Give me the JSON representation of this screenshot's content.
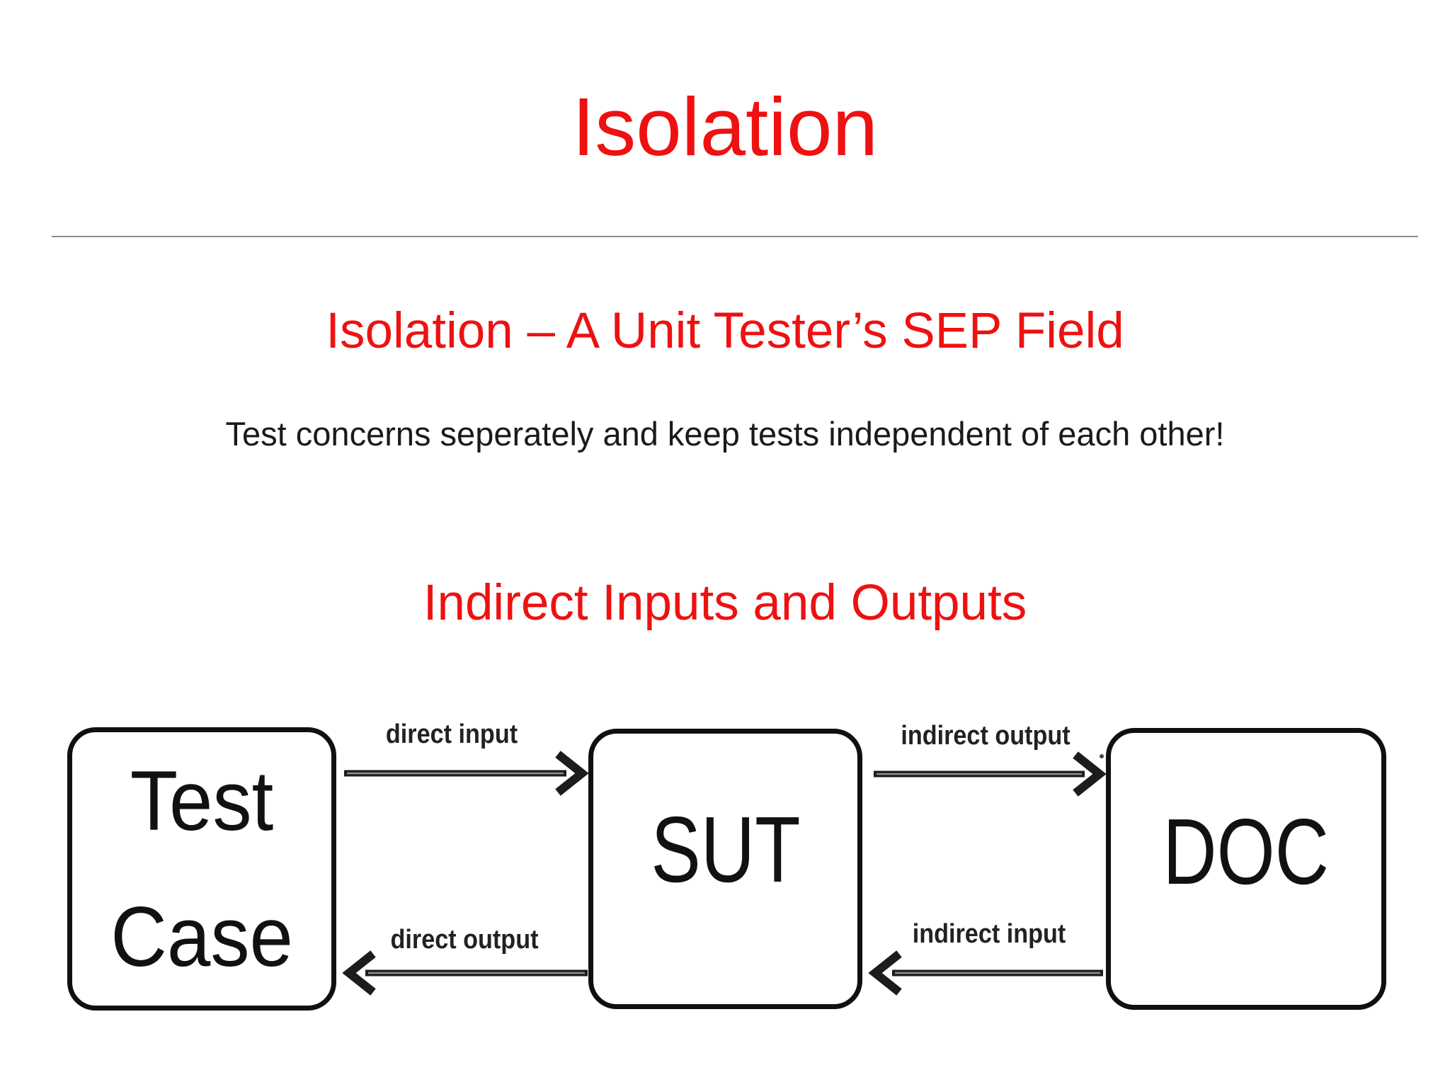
{
  "slide": {
    "title": "Isolation",
    "subtitle": "Isolation – A Unit Tester’s SEP Field",
    "body_text": "Test concerns seperately and keep tests independent of each other!",
    "section_heading": "Indirect Inputs and Outputs",
    "colors": {
      "accent_red": "#ee1111",
      "diagram_ink": "#1c1c1c",
      "divider_gray": "#8c8c8c"
    }
  },
  "diagram": {
    "nodes": [
      {
        "id": "test-case",
        "label_lines": [
          "Test",
          "Case"
        ]
      },
      {
        "id": "sut",
        "label": "SUT"
      },
      {
        "id": "doc",
        "label": "DOC"
      }
    ],
    "arrows": [
      {
        "id": "direct-input",
        "label": "direct input",
        "direction": "right",
        "from": "test-case",
        "to": "sut"
      },
      {
        "id": "indirect-output",
        "label": "indirect output",
        "direction": "right",
        "from": "sut",
        "to": "doc"
      },
      {
        "id": "direct-output",
        "label": "direct output",
        "direction": "left",
        "from": "sut",
        "to": "test-case"
      },
      {
        "id": "indirect-input",
        "label": "indirect input",
        "direction": "left",
        "from": "doc",
        "to": "sut"
      }
    ]
  }
}
